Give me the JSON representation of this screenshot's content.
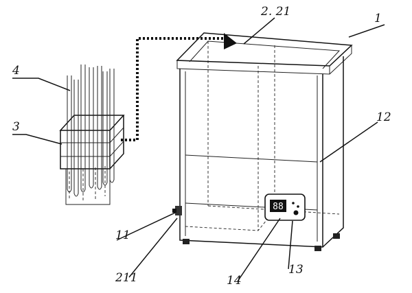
{
  "labels": {
    "l1": "1",
    "l221": "2. 21",
    "l4": "4",
    "l3": "3",
    "l12": "12",
    "l11": "11",
    "l211": "211",
    "l14": "14",
    "l13": "13"
  },
  "display": {
    "readout": "88"
  }
}
